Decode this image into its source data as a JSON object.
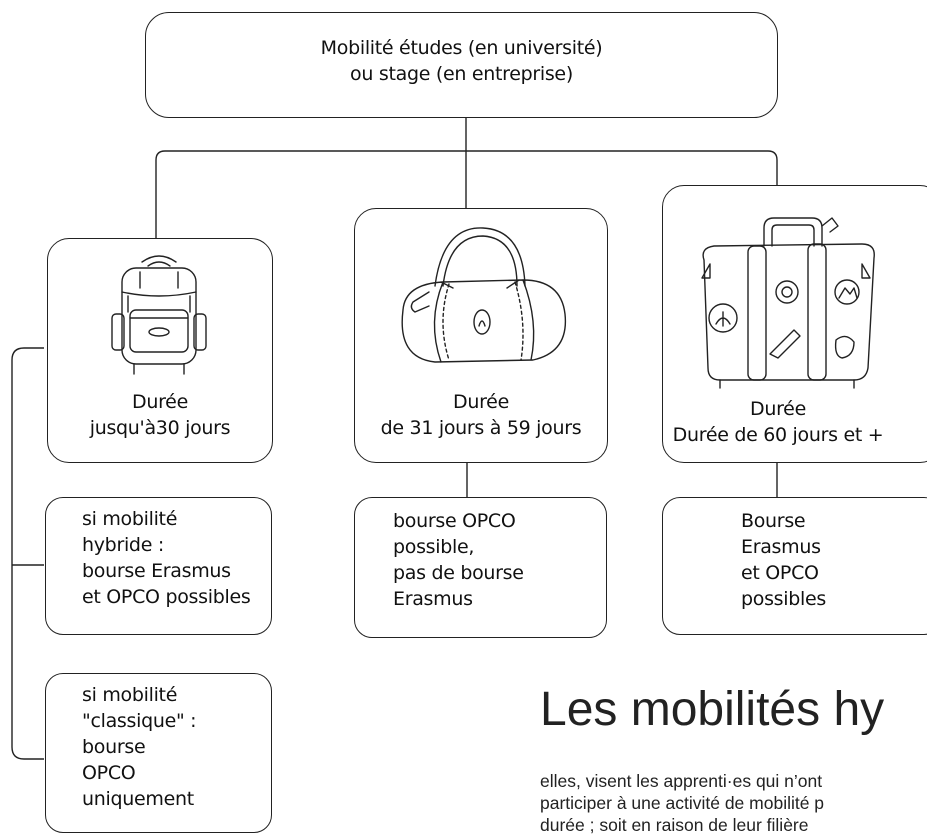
{
  "top_box": {
    "line1": "Mobilité études (en université)",
    "line2": "ou stage (en entreprise)"
  },
  "branches": [
    {
      "icon": "backpack-icon",
      "duration_label": "Durée",
      "duration_value": "jusqu'à30 jours",
      "boxes": [
        [
          "si mobilité",
          "hybride :",
          "bourse Erasmus",
          "et OPCO possibles"
        ],
        [
          "si mobilité",
          "\"classique\" :",
          "bourse",
          "OPCO",
          "uniquement"
        ]
      ]
    },
    {
      "icon": "duffel-bag-icon",
      "duration_label": "Durée",
      "duration_value": "de 31 jours à 59 jours",
      "boxes": [
        [
          "bourse OPCO",
          "possible,",
          "pas de bourse",
          "Erasmus"
        ]
      ]
    },
    {
      "icon": "suitcase-icon",
      "duration_label": "Durée",
      "duration_value": "Durée de 60 jours et +",
      "boxes": [
        [
          "Bourse",
          "Erasmus",
          "et OPCO",
          "possibles"
        ]
      ]
    }
  ],
  "heading": "Les mobilités hy",
  "paragraph": [
    "elles, visent les apprenti·es qui n’ont",
    "participer à une activité de mobilité p",
    "durée ; soit en raison de leur filière"
  ]
}
